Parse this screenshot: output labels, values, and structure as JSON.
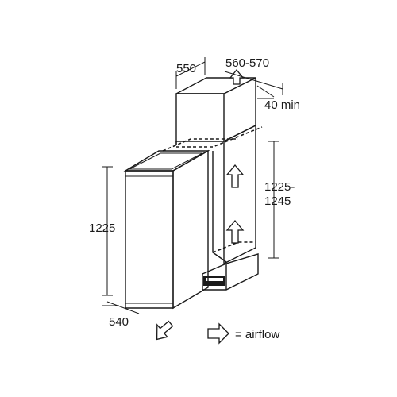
{
  "diagram": {
    "labels": {
      "niche_depth": "550",
      "niche_width": "560-570",
      "top_vent": "40 min",
      "niche_height_line1": "1225-",
      "niche_height_line2": "1245",
      "appliance_height": "1225",
      "appliance_width": "540",
      "legend": "= airflow"
    },
    "icons": {
      "airflow_arrow": "outline-arrow-icon"
    }
  }
}
